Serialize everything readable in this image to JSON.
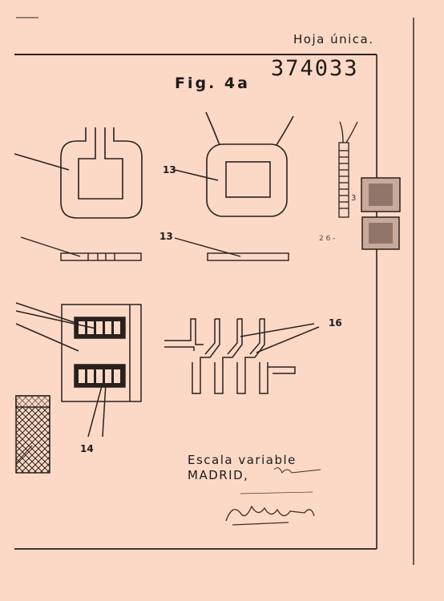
{
  "sheet": {
    "header_note": "Hoja única.",
    "patent_number": "374033",
    "figure_title": "Fig. 4a",
    "scale_note": "Escala variable",
    "place": "MADRID,"
  },
  "labels": {
    "label_13_top": "13",
    "label_13_mid": "13",
    "label_14": "14",
    "label_16": "16"
  }
}
